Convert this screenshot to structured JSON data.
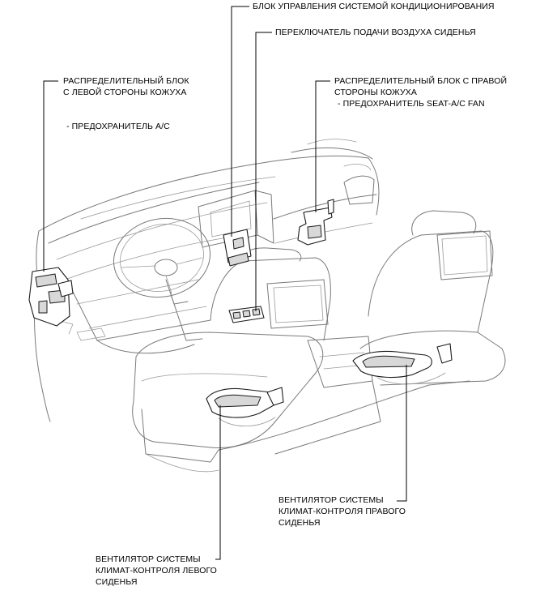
{
  "labels": {
    "ac_control_unit": "БЛОК УПРАВЛЕНИЯ СИСТЕМОЙ КОНДИЦИОНИРОВАНИЯ",
    "seat_air_switch": "ПЕРЕКЛЮЧАТЕЛЬ ПОДАЧИ ВОЗДУХА СИДЕНЬЯ",
    "left_block_line1": "РАСПРЕДЕЛИТЕЛЬНЫЙ БЛОК",
    "left_block_line2": "С ЛЕВОЙ СТОРОНЫ КОЖУХА",
    "left_fuse": "- ПРЕДОХРАНИТЕЛЬ A/C",
    "right_block_line1": "РАСПРЕДЕЛИТЕЛЬНЫЙ БЛОК С ПРАВОЙ",
    "right_block_line2": "СТОРОНЫ КОЖУХА",
    "right_fuse": "- ПРЕДОХРАНИТЕЛЬ SEAT-A/C FAN",
    "right_fan_line1": "ВЕНТИЛЯТОР СИСТЕМЫ",
    "right_fan_line2": "КЛИМАТ-КОНТРОЛЯ ПРАВОГО",
    "right_fan_line3": "СИДЕНЬЯ",
    "left_fan_line1": "ВЕНТИЛЯТОР СИСТЕМЫ",
    "left_fan_line2": "КЛИМАТ-КОНТРОЛЯ ЛЕВОГО",
    "left_fan_line3": "СИДЕНЬЯ"
  }
}
